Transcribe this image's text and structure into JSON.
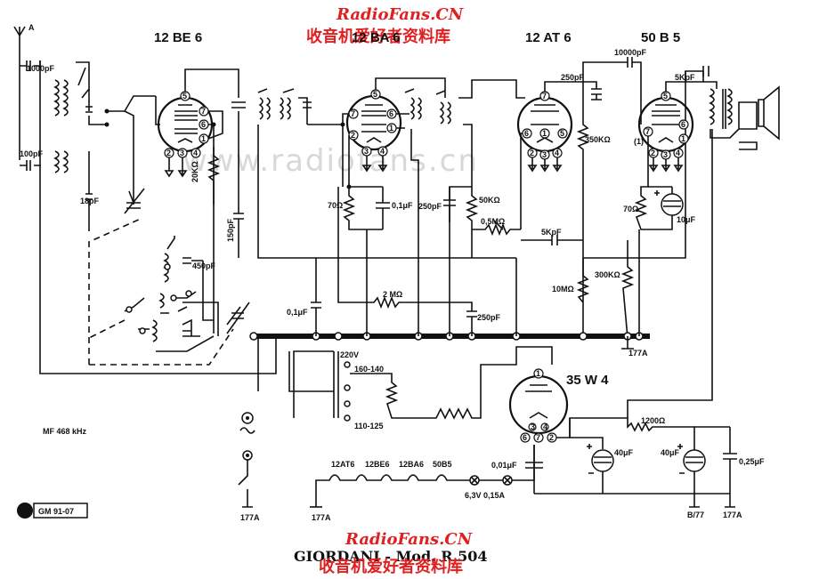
{
  "watermark": {
    "site": "RadioFans.CN",
    "chinese": "收音机爱好者资料库",
    "faint": "www.radiofans.cn"
  },
  "title": "GIORDANI - Mod. R 504",
  "code": "GM 91-07",
  "if_note": "MF 468 kHz",
  "tubes": [
    "12 BE 6",
    "12 BA 6",
    "12 AT 6",
    "50 B 5",
    "35 W 4"
  ],
  "components": {
    "antenna": "A",
    "c_ant": "1000pF",
    "c_osc": "100pF",
    "c_trim": "18pF",
    "r_osc": "20KΩ",
    "c_grid": "150pF",
    "c_pad": "450pF",
    "r_cath": "70Ω",
    "c_cath": "0,1μF",
    "c_det": "250pF",
    "r_vol": "50KΩ",
    "pot": "0,5MΩ",
    "c_out": "250pF",
    "r_plate": "350KΩ",
    "c_coupl": "10000pF",
    "c_tone": "5KpF",
    "c_tone2": "5KpF",
    "r_grid": "10MΩ",
    "r_300": "300KΩ",
    "r_pwr_cath": "70Ω",
    "c_pwr_cath": "10μF",
    "r_avc": "2 MΩ",
    "c_avc": "0,1μF",
    "c_avc2": "250pF",
    "r_filter": "1200Ω",
    "c_filt1": "40μF",
    "c_filt2": "40μF",
    "c_line": "0,25μF",
    "c_heater": "0,01μF",
    "lamp": "6,3V  0,15A",
    "pin_1": "(1)"
  },
  "mains_taps": [
    "220V",
    "160-140",
    "110-125"
  ],
  "heater_chain": [
    "12AT6",
    "12BE6",
    "12BA6",
    "50B5"
  ],
  "pins": {
    "t1": [
      "5",
      "7",
      "6",
      "1",
      "2",
      "3",
      "4"
    ],
    "t2": [
      "5",
      "7",
      "6",
      "1",
      "2",
      "3",
      "4"
    ],
    "t3": [
      "7",
      "6",
      "5",
      "1",
      "2",
      "3",
      "4"
    ],
    "t4": [
      "5",
      "7",
      "6",
      "1",
      "2",
      "3",
      "4"
    ],
    "t5": [
      "1",
      "6",
      "7",
      "2",
      "3",
      "4"
    ]
  },
  "colors": {
    "ink": "#111111",
    "watermark_red": "#e02020",
    "watermark_grey": "#d8d8d8"
  }
}
